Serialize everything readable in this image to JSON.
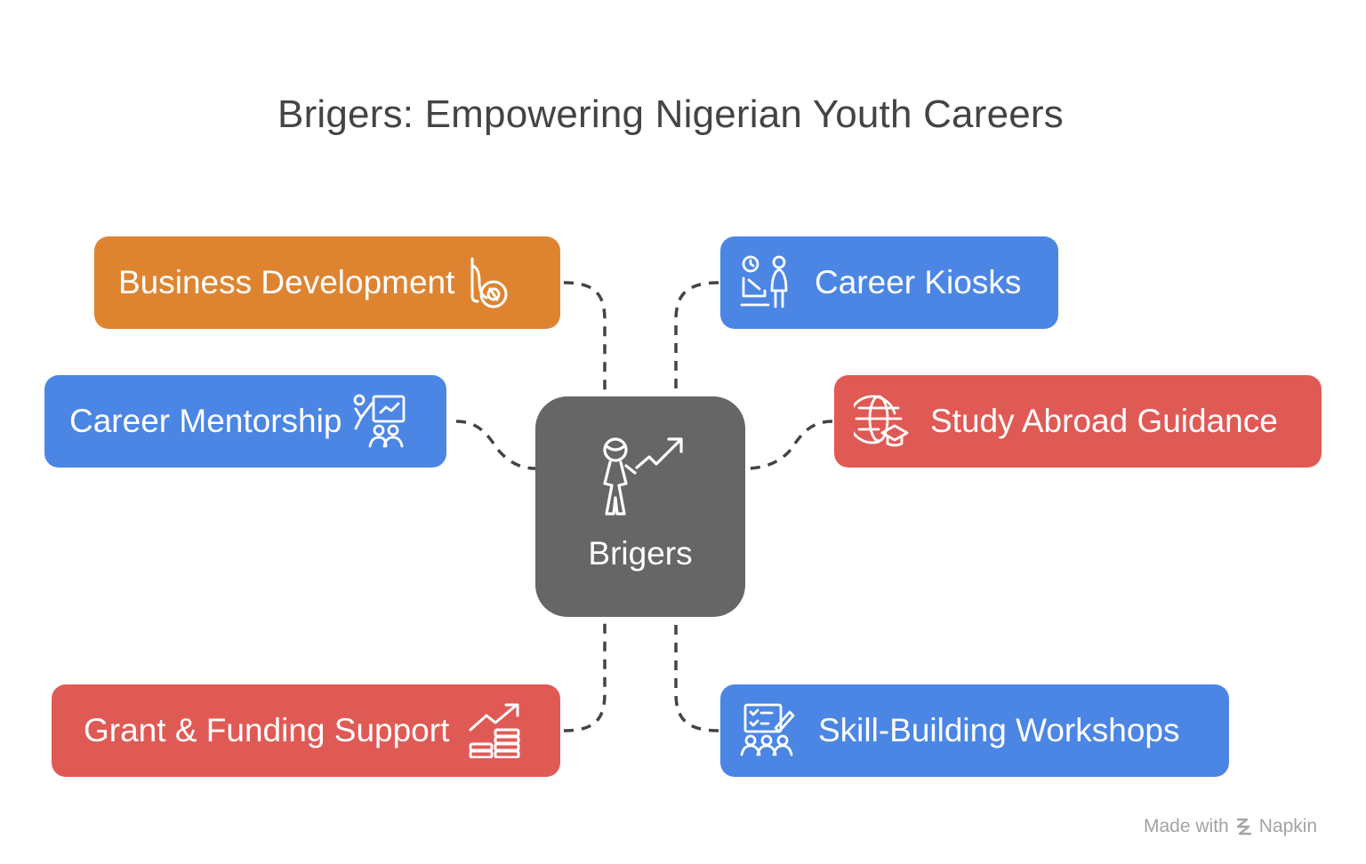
{
  "title": "Brigers: Empowering Nigerian Youth Careers",
  "center": {
    "label": "Brigers",
    "icon": "person-growth-icon"
  },
  "nodes": {
    "business_development": {
      "label": "Business Development",
      "icon": "hand-coins-icon",
      "color": "#DE8431"
    },
    "career_mentorship": {
      "label": "Career Mentorship",
      "icon": "mentor-presentation-icon",
      "color": "#4C86E4"
    },
    "grant_funding": {
      "label": "Grant & Funding Support",
      "icon": "coins-growth-icon",
      "color": "#E05A55"
    },
    "career_kiosks": {
      "label": "Career Kiosks",
      "icon": "kiosk-people-icon",
      "color": "#4C86E4"
    },
    "study_abroad": {
      "label": "Study Abroad Guidance",
      "icon": "globe-graduation-icon",
      "color": "#E05A55"
    },
    "skill_workshops": {
      "label": "Skill-Building Workshops",
      "icon": "workshop-checklist-icon",
      "color": "#4C86E4"
    }
  },
  "footer": {
    "made_with": "Made with",
    "brand": "Napkin"
  }
}
